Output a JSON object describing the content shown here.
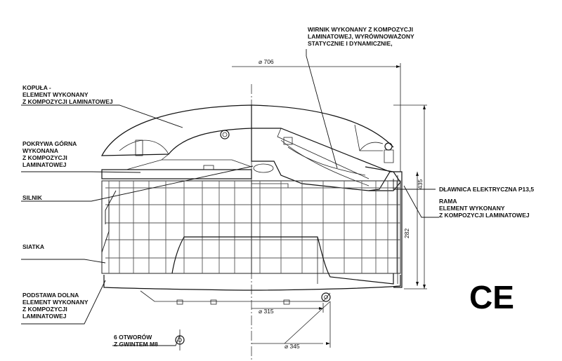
{
  "labels": {
    "kopula": [
      "KOPUŁA -",
      "ELEMENT WYKONANY",
      "Z KOMPOZYCJI LAMINATOWEJ"
    ],
    "pokrywa": [
      "POKRYWA GÓRNA",
      "WYKONANA",
      "Z KOMPOZYCJI",
      "LAMINATOWEJ"
    ],
    "silnik": [
      "SILNIK"
    ],
    "siatka": [
      "SIATKA"
    ],
    "podstawa": [
      "PODSTAWA DOLNA",
      "ELEMENT WYKONANY",
      "Z KOMPOZYCJI",
      "LAMINATOWEJ"
    ],
    "otwory": [
      "6 OTWORÓW",
      "Z GWINTEM M8"
    ],
    "wirnik": [
      "WIRNIK WYKONANY Z KOMPOZYCJI",
      "LAMINATOWEJ, WYRÓWNOWAŻONY",
      "STATYCZNIE I DYNAMICZNIE,"
    ],
    "dlawnica": [
      "DŁAWNICA ELEKTRYCZNA P13,5"
    ],
    "rama": [
      "RAMA",
      "ELEMENT WYKONANY",
      "Z KOMPOZYCJI LAMINATOWEJ"
    ]
  },
  "dimensions": {
    "d706": "⌀ 706",
    "d315": "⌀ 315",
    "d345": "⌀ 345",
    "h435": "435",
    "h282": "282"
  },
  "mark": {
    "ce": "CE"
  }
}
